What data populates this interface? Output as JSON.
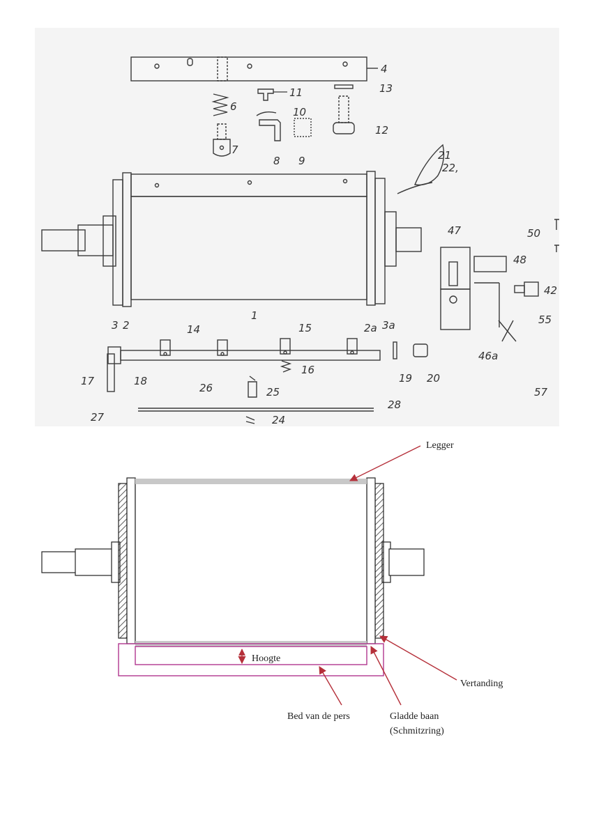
{
  "sketch": {
    "part_numbers": {
      "p4": "4",
      "p13": "13",
      "p11": "11",
      "p6": "6",
      "p10": "10",
      "p12": "12",
      "p7": "7",
      "p8": "8",
      "p9": "9",
      "p21": "21",
      "p22": "22,",
      "p47": "47",
      "p50": "50",
      "p48": "48",
      "p42": "42",
      "p55": "55",
      "p3": "3",
      "p2": "2",
      "p1": "1",
      "p14": "14",
      "p15": "15",
      "p2a": "2a",
      "p3a": "3a",
      "p46a": "46a",
      "p17": "17",
      "p18": "18",
      "p16": "16",
      "p19": "19",
      "p20": "20",
      "p26": "26",
      "p25": "25",
      "p27": "27",
      "p28": "28",
      "p24": "24",
      "p57": "57"
    }
  },
  "diagram": {
    "labels": {
      "legger": "Legger",
      "hoogte": "Hoogte",
      "vertanding": "Vertanding",
      "bed": "Bed van de pers",
      "gladde_line1": "Gladde baan",
      "gladde_line2": "(Schmitzring)"
    },
    "colors": {
      "arrow": "#b5303a",
      "bed_outline": "#b0358f",
      "legger_fill": "#c8c8c8"
    }
  }
}
